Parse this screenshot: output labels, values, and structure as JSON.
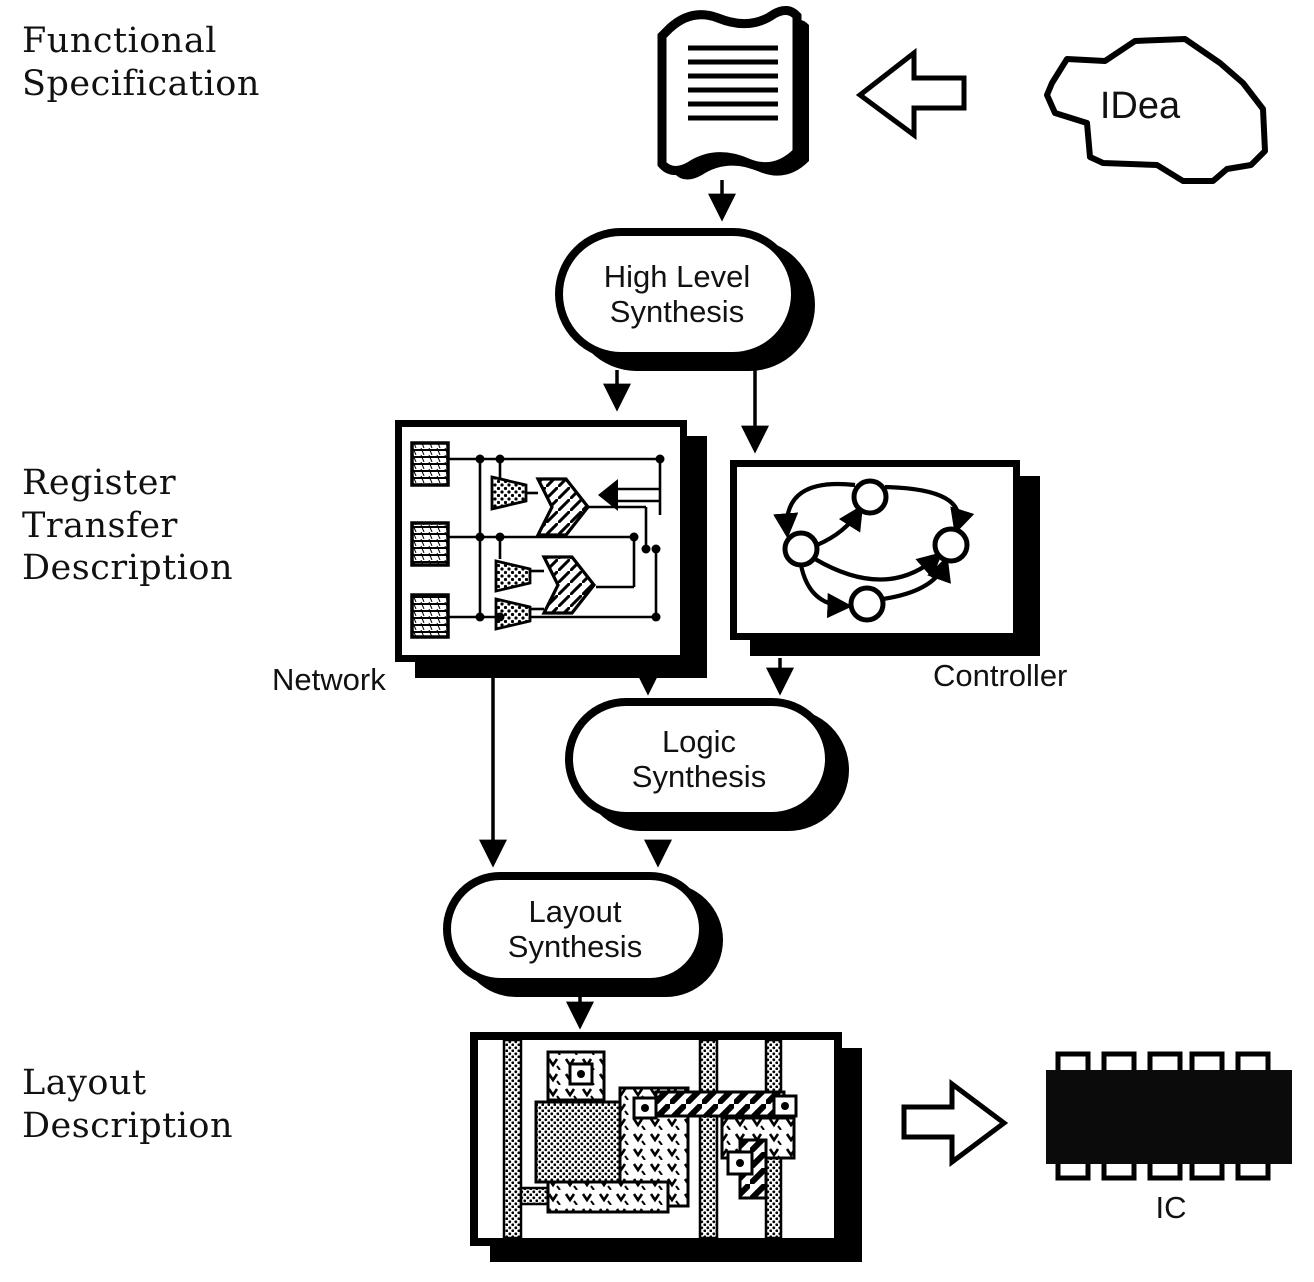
{
  "diagram": {
    "title_labels": {
      "functional_specification": "Functional Specification",
      "register_transfer_description": "Register Transfer Description",
      "layout_description": "Layout Description"
    },
    "process_nodes": {
      "high_level_synthesis": "High Level Synthesis",
      "logic_synthesis": "Logic Synthesis",
      "layout_synthesis": "Layout Synthesis"
    },
    "artifact_labels": {
      "network": "Network",
      "controller": "Controller",
      "ic": "IC",
      "idea": "IDea"
    },
    "colors": {
      "ink": "#000000",
      "paper": "#ffffff"
    }
  }
}
